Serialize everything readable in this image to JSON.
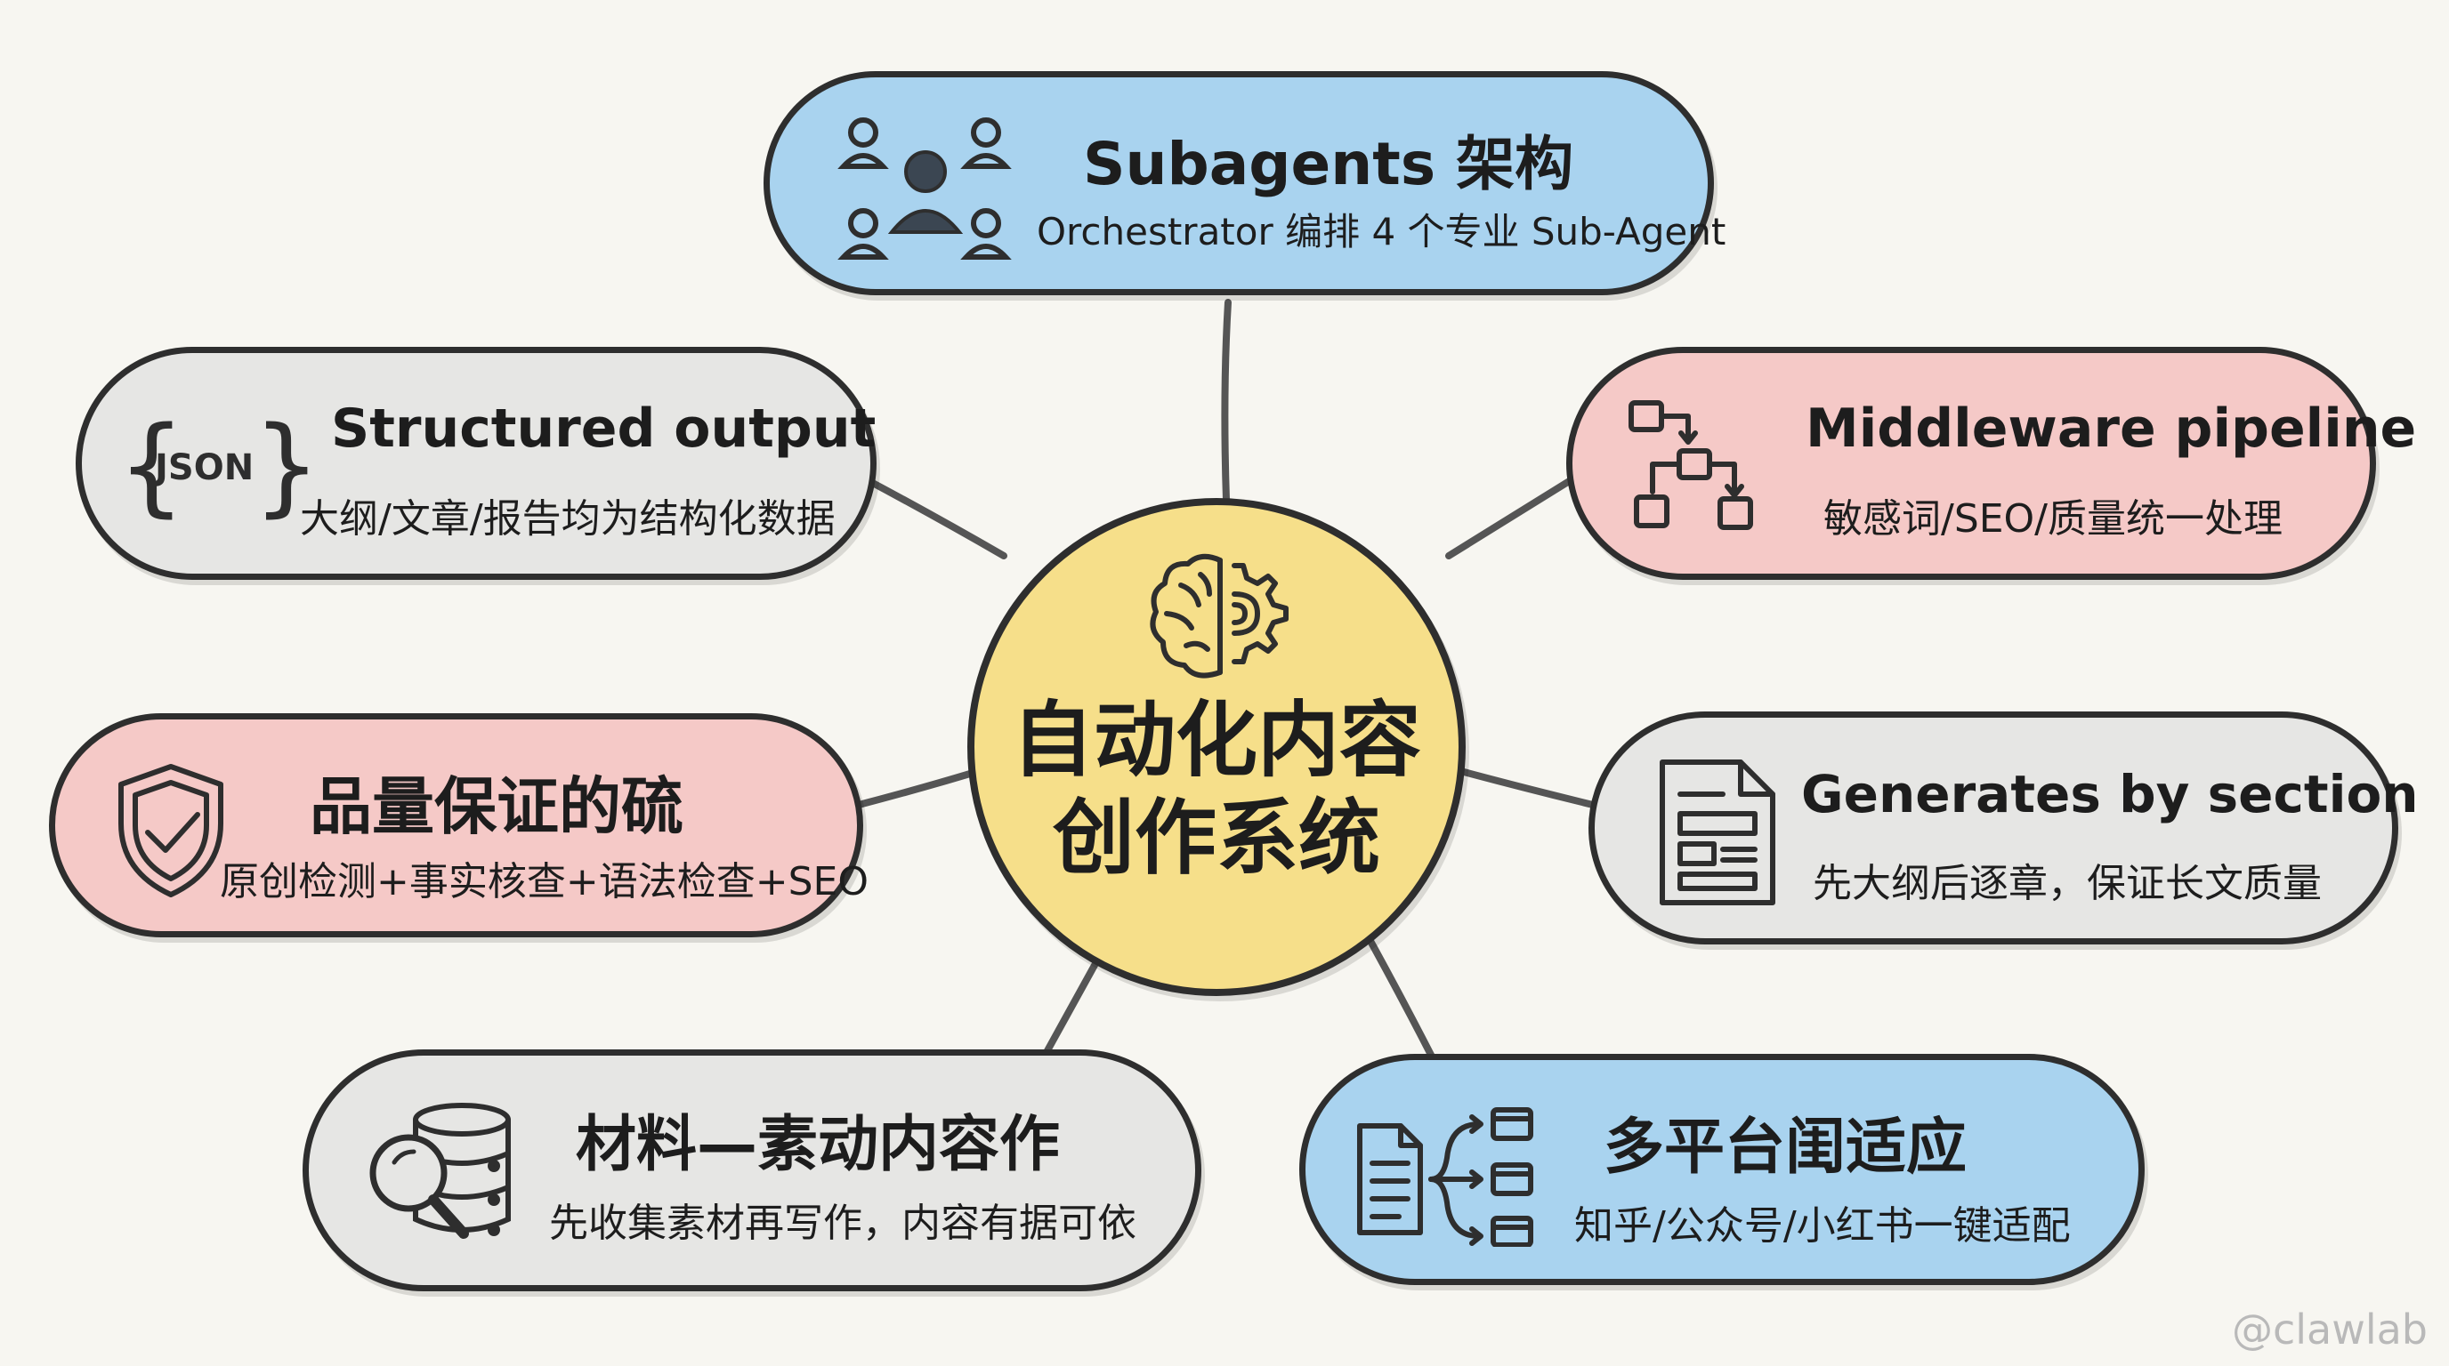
{
  "center": {
    "line1": "自动化内容",
    "line2": "创作系统",
    "icon": "brain-gear-icon"
  },
  "nodes": {
    "subagents": {
      "title": "Subagents 架构",
      "subtitle": "Orchestrator 编排 4 个专业 Sub-Agent",
      "icon": "team-users-icon",
      "color": "#a9d3ef"
    },
    "structured": {
      "title": "Structured output",
      "subtitle": "大纲/文章/报告均为结构化数据",
      "icon_text": "JSON",
      "icon": "json-braces-icon",
      "color": "#e6e6e4"
    },
    "middleware": {
      "title": "Middleware pipeline",
      "subtitle": "敏感词/SEO/质量统一处理",
      "icon": "pipeline-flow-icon",
      "color": "#f5c9c7"
    },
    "quality": {
      "title": "品量保证的硫",
      "subtitle": "原创检测+事实核查+语法检查+SEO",
      "icon": "shield-check-icon",
      "color": "#f5c9c7"
    },
    "sections": {
      "title": "Generates by section",
      "subtitle": "先大纲后逐章，保证长文质量",
      "icon": "document-sections-icon",
      "color": "#e6e6e4"
    },
    "materials": {
      "title": "材料—素动内容作",
      "subtitle": "先收集素材再写作，内容有据可依",
      "icon": "database-search-icon",
      "color": "#e6e6e4"
    },
    "platforms": {
      "title": "多平台闺适应",
      "subtitle": "知乎/公众号/小红书一键适配",
      "icon": "document-branch-icon",
      "color": "#a9d3ef"
    }
  },
  "watermark": "@clawlab"
}
